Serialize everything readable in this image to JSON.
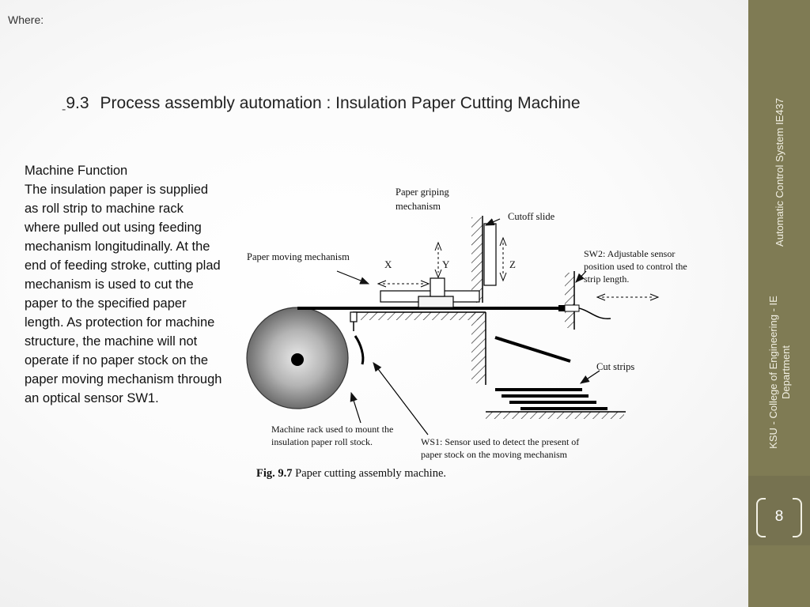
{
  "header": {
    "where_label": "Where:"
  },
  "title": {
    "dash": "-",
    "number": "9.3",
    "text": "Process assembly automation : Insulation Paper Cutting Machine"
  },
  "body": {
    "heading": "Machine Function",
    "text": "The insulation paper is supplied as roll strip to machine rack where pulled out using feeding mechanism longitudinally. At the end of feeding stroke, cutting plad mechanism is used to cut the paper to the specified paper length. As protection for machine structure, the machine will not operate if no paper stock on the paper moving mechanism through an optical sensor SW1."
  },
  "diagram": {
    "labels": {
      "griping_1": "Paper griping",
      "griping_2": "mechanism",
      "cutoff": "Cutoff slide",
      "moving": "Paper moving mechanism",
      "x": "X",
      "y": "Y",
      "z": "Z",
      "sw2_1": "SW2: Adjustable sensor",
      "sw2_2": "position used to control the",
      "sw2_3": "strip length.",
      "cut_strips": "Cut strips",
      "rack_1": "Machine rack used to mount the",
      "rack_2": "insulation paper roll stock.",
      "ws1_1": "WS1: Sensor used to detect the present of",
      "ws1_2": "paper stock on the moving mechanism",
      "caption_bold": "Fig. 9.7",
      "caption_text": " Paper cutting assembly machine."
    }
  },
  "sidebar": {
    "course": "Automatic Control System IE437",
    "dept_1": "KSU - College of Engineering - IE",
    "dept_2": "Department",
    "page_number": "8"
  },
  "colors": {
    "sidebar": "#7f7b54",
    "sidebar_text": "#f2f0e4"
  }
}
